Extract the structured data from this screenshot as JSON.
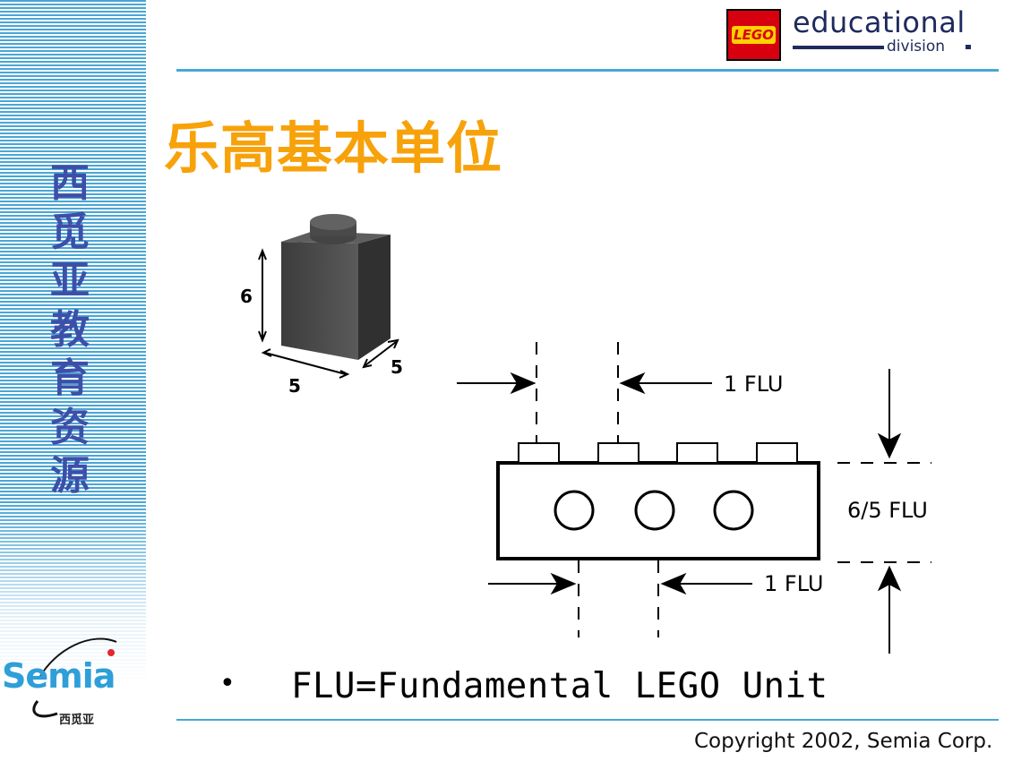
{
  "sidebar": {
    "title_chars": [
      "西",
      "觅",
      "亚",
      "教",
      "育",
      "资",
      "源"
    ],
    "logo_name": "Semia",
    "logo_subtitle": "西觅亚"
  },
  "header": {
    "lego_logo": "LEGO",
    "brand_main": "educational",
    "brand_sub": "division"
  },
  "slide": {
    "title": "乐高基本单位"
  },
  "brick_3d": {
    "height_label": "6",
    "width_label": "5",
    "depth_label": "5"
  },
  "brick_diagram": {
    "top_label": "1 FLU",
    "height_label": "6/5 FLU",
    "bottom_label": "1 FLU"
  },
  "bullet": {
    "marker": "•",
    "text": "FLU=Fundamental LEGO Unit"
  },
  "footer": {
    "copyright": "Copyright 2002, Semia Corp."
  },
  "colors": {
    "title": "#f7a20a",
    "sidebar_stripe": "#49a6d6",
    "sidebar_text": "#3d4fa8",
    "lego_red": "#d7000f",
    "lego_yellow": "#ffd200"
  }
}
